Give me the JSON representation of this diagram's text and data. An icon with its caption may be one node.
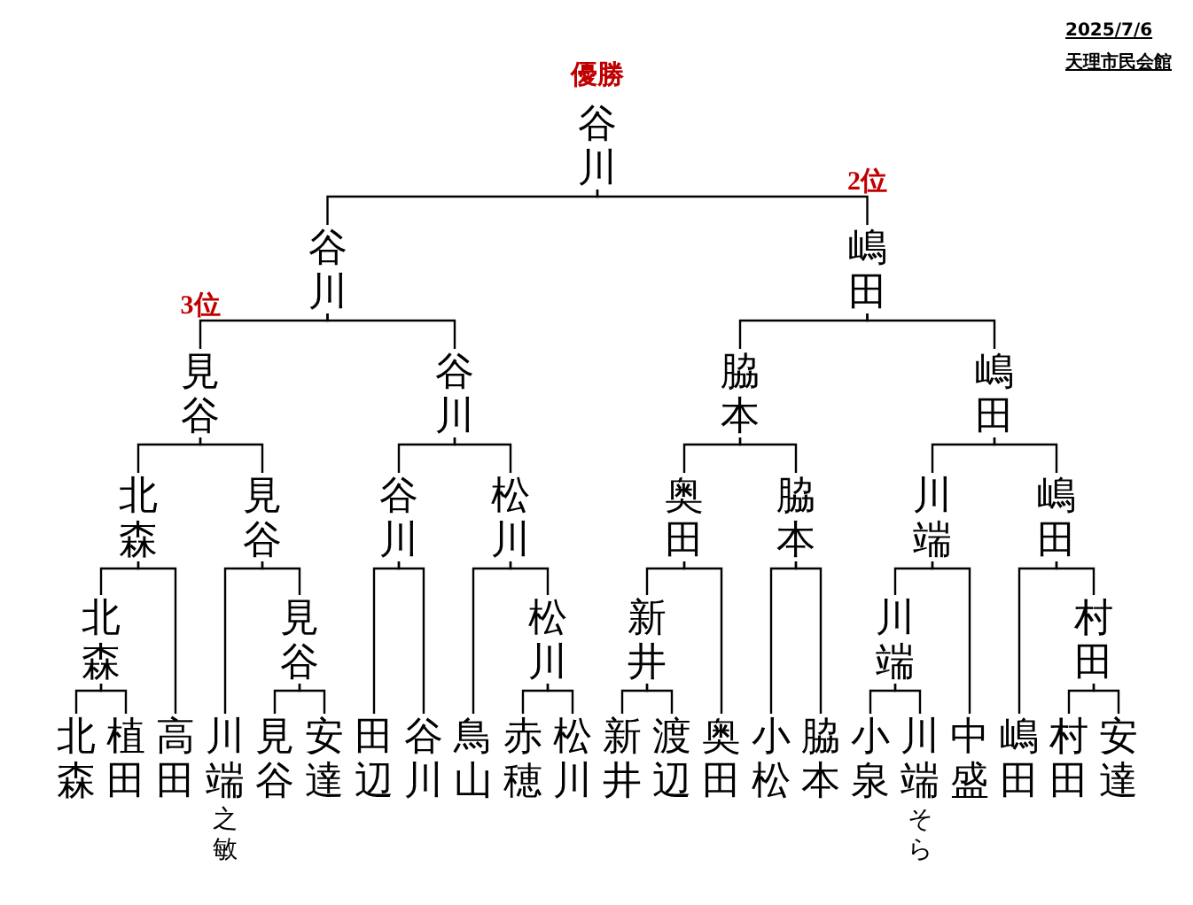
{
  "diagram": {
    "nodes": [
      {
        "text": [
          "谷川"
        ],
        "beside": [
          "優勝"
        ]
      },
      {
        "text": [
          "谷川"
        ]
      },
      {
        "text": [
          "嶋田"
        ],
        "beside": [
          "2位"
        ]
      },
      {
        "text": [
          "見谷"
        ],
        "beside": [
          "3位"
        ]
      },
      {
        "text": [
          "谷川"
        ]
      },
      {
        "text": [
          "脇本"
        ]
      },
      {
        "text": [
          "嶋田"
        ]
      },
      {
        "text": [
          "北森"
        ]
      },
      {
        "text": [
          "見谷"
        ]
      },
      {
        "text": [
          "谷川"
        ]
      },
      {
        "text": [
          "松川"
        ]
      },
      {
        "text": [
          "奥田"
        ]
      },
      {
        "text": [
          "脇本"
        ]
      },
      {
        "text": [
          "川端"
        ]
      },
      {
        "text": [
          "嶋田"
        ]
      },
      {
        "text": [
          "北森"
        ]
      },
      {
        "text": [
          "見谷"
        ]
      },
      {
        "text": [
          "松川"
        ]
      },
      {
        "text": [
          "新井"
        ]
      },
      {
        "text": [
          "川端"
        ]
      },
      {
        "text": [
          "村田"
        ]
      },
      {
        "text": [
          "北森"
        ]
      },
      {
        "text": [
          "植田"
        ]
      },
      {
        "text": [
          "高田"
        ]
      },
      {
        "text": [
          "川端",
          "之敏"
        ]
      },
      {
        "text": [
          "見谷"
        ]
      },
      {
        "text": [
          "安達"
        ]
      },
      {
        "text": [
          "田辺"
        ]
      },
      {
        "text": [
          "谷川"
        ]
      },
      {
        "text": [
          "鳥山"
        ]
      },
      {
        "text": [
          "赤穂"
        ]
      },
      {
        "text": [
          "松川"
        ]
      },
      {
        "text": [
          "新井"
        ]
      },
      {
        "text": [
          "渡辺"
        ]
      },
      {
        "text": [
          "奥田"
        ]
      },
      {
        "text": [
          "小松"
        ]
      },
      {
        "text": [
          "脇本"
        ]
      },
      {
        "text": [
          "小泉"
        ]
      },
      {
        "text": [
          "川端",
          "そら"
        ]
      },
      {
        "text": [
          "中盛"
        ]
      },
      {
        "text": [
          "嶋田"
        ]
      },
      {
        "text": [
          "村田"
        ]
      },
      {
        "text": [
          "安達"
        ]
      }
    ],
    "edges": [
      {
        "from": 0,
        "to": 1,
        "arrow": "none"
      },
      {
        "from": 0,
        "to": 2,
        "arrow": "none"
      },
      {
        "from": 1,
        "to": 3,
        "arrow": "none"
      },
      {
        "from": 1,
        "to": 4,
        "arrow": "none"
      },
      {
        "from": 2,
        "to": 5,
        "arrow": "none"
      },
      {
        "from": 2,
        "to": 6,
        "arrow": "none"
      },
      {
        "from": 3,
        "to": 7,
        "arrow": "none"
      },
      {
        "from": 3,
        "to": 8,
        "arrow": "none"
      },
      {
        "from": 4,
        "to": 9,
        "arrow": "none"
      },
      {
        "from": 4,
        "to": 10,
        "arrow": "none"
      },
      {
        "from": 5,
        "to": 11,
        "arrow": "none"
      },
      {
        "from": 5,
        "to": 12,
        "arrow": "none"
      },
      {
        "from": 6,
        "to": 13,
        "arrow": "none"
      },
      {
        "from": 6,
        "to": 14,
        "arrow": "none"
      },
      {
        "from": 7,
        "to": 15,
        "arrow": "none"
      },
      {
        "from": 7,
        "to": 23,
        "arrow": "none"
      },
      {
        "from": 8,
        "to": 24,
        "arrow": "none"
      },
      {
        "from": 8,
        "to": 16,
        "arrow": "none"
      },
      {
        "from": 9,
        "to": 27,
        "arrow": "none"
      },
      {
        "from": 9,
        "to": 28,
        "arrow": "none"
      },
      {
        "from": 10,
        "to": 29,
        "arrow": "none"
      },
      {
        "from": 10,
        "to": 17,
        "arrow": "none"
      },
      {
        "from": 11,
        "to": 18,
        "arrow": "none"
      },
      {
        "from": 11,
        "to": 34,
        "arrow": "none"
      },
      {
        "from": 12,
        "to": 35,
        "arrow": "none"
      },
      {
        "from": 12,
        "to": 36,
        "arrow": "none"
      },
      {
        "from": 13,
        "to": 19,
        "arrow": "none"
      },
      {
        "from": 13,
        "to": 39,
        "arrow": "none"
      },
      {
        "from": 14,
        "to": 40,
        "arrow": "none"
      },
      {
        "from": 14,
        "to": 20,
        "arrow": "none"
      },
      {
        "from": 15,
        "to": 21,
        "arrow": "none"
      },
      {
        "from": 15,
        "to": 22,
        "arrow": "none"
      },
      {
        "from": 16,
        "to": 25,
        "arrow": "none"
      },
      {
        "from": 16,
        "to": 26,
        "arrow": "none"
      },
      {
        "from": 17,
        "to": 30,
        "arrow": "none"
      },
      {
        "from": 17,
        "to": 31,
        "arrow": "none"
      },
      {
        "from": 18,
        "to": 32,
        "arrow": "none"
      },
      {
        "from": 18,
        "to": 33,
        "arrow": "none"
      },
      {
        "from": 19,
        "to": 37,
        "arrow": "none"
      },
      {
        "from": 19,
        "to": 38,
        "arrow": "none"
      },
      {
        "from": 20,
        "to": 41,
        "arrow": "none"
      },
      {
        "from": 20,
        "to": 42,
        "arrow": "none"
      }
    ],
    "labels": [
      "2025/7/6",
      "天理市民会館"
    ]
  }
}
